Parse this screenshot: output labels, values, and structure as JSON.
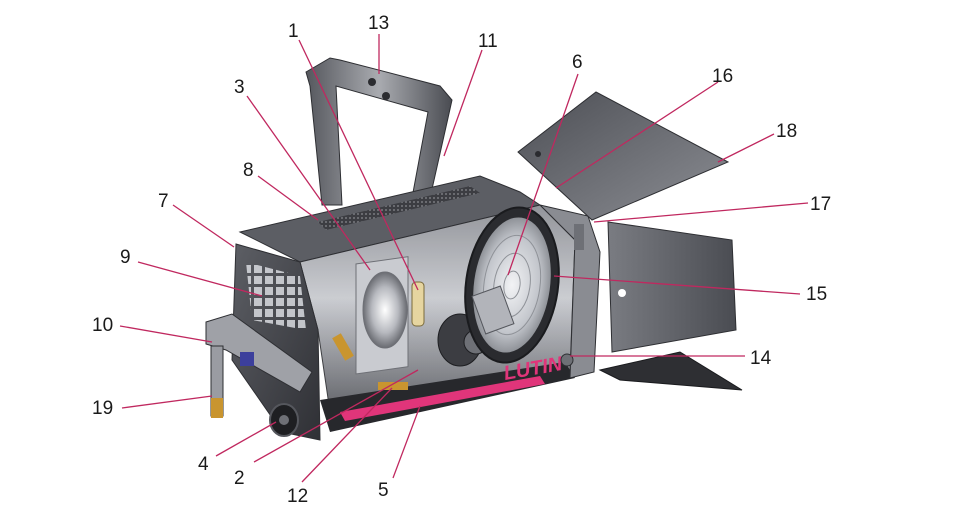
{
  "diagram": {
    "brand_text": "LUTIN",
    "colors": {
      "leader": "#c0285f",
      "body_dark": "#3a3b40",
      "body_mid": "#6e7076",
      "body_light": "#b9bbc0",
      "accent_pink": "#e0357a",
      "brass": "#c9952f"
    },
    "callouts": [
      {
        "id": "1",
        "label": "1"
      },
      {
        "id": "2",
        "label": "2"
      },
      {
        "id": "3",
        "label": "3"
      },
      {
        "id": "4",
        "label": "4"
      },
      {
        "id": "5",
        "label": "5"
      },
      {
        "id": "6",
        "label": "6"
      },
      {
        "id": "7",
        "label": "7"
      },
      {
        "id": "8",
        "label": "8"
      },
      {
        "id": "9",
        "label": "9"
      },
      {
        "id": "10",
        "label": "10"
      },
      {
        "id": "11",
        "label": "11"
      },
      {
        "id": "12",
        "label": "12"
      },
      {
        "id": "13",
        "label": "13"
      },
      {
        "id": "14",
        "label": "14"
      },
      {
        "id": "15",
        "label": "15"
      },
      {
        "id": "16",
        "label": "16"
      },
      {
        "id": "17",
        "label": "17"
      },
      {
        "id": "18",
        "label": "18"
      },
      {
        "id": "19",
        "label": "19"
      }
    ]
  }
}
